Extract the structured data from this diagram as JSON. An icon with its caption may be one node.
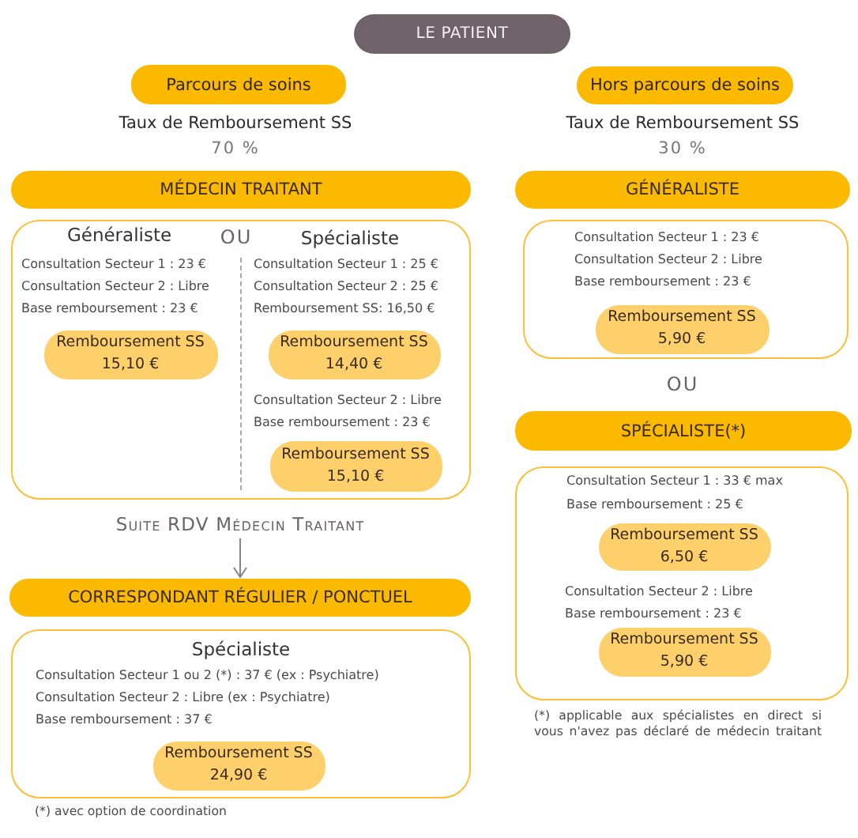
{
  "diagram": {
    "nodes": [
      {
        "text": [
          "LE PATIENT"
        ]
      },
      {
        "text": [
          "Parcours de soins"
        ]
      },
      {
        "text": [
          "Hors parcours de soins"
        ]
      },
      {
        "text": [
          "MÉDECIN TRAITANT"
        ]
      },
      {
        "text": [
          "Généraliste",
          "Consultation Secteur 1 : 23 €",
          "Consultation Secteur 2 : Libre",
          "Base remboursement : 23 €",
          "OU",
          "Spécialiste",
          "Consultation Secteur 1 : 25 €",
          "Consultation Secteur 2 : 25 €",
          "Remboursement SS: 16,50 €",
          "Consultation Secteur 2 : Libre",
          "Base remboursement : 23 €"
        ]
      },
      {
        "text": [
          "Remboursement SS",
          "15,10 €"
        ],
        "in": 4
      },
      {
        "text": [
          "Remboursement SS",
          "14,40 €"
        ],
        "in": 4
      },
      {
        "text": [
          "Remboursement SS",
          "15,10 €"
        ],
        "in": 4
      },
      {
        "text": [
          "Suite RDV Médecin Traitant"
        ]
      },
      {
        "text": [
          "CORRESPONDANT RÉGULIER / PONCTUEL"
        ]
      },
      {
        "text": [
          "Spécialiste",
          "Consultation Secteur 1 ou 2 (*) : 37 € (ex : Psychiatre)",
          "Consultation Secteur 2 : Libre (ex : Psychiatre)",
          "Base remboursement : 37 €"
        ]
      },
      {
        "text": [
          "Remboursement SS",
          "24,90 €"
        ],
        "in": 10
      },
      {
        "text": [
          "GÉNÉRALISTE"
        ]
      },
      {
        "text": [
          "Consultation Secteur 1 : 23 €",
          "Consultation Secteur 2 : Libre",
          "Base remboursement : 23 €"
        ]
      },
      {
        "text": [
          "Remboursement SS",
          "5,90 €"
        ],
        "in": 13
      },
      {
        "text": [
          "SPÉCIALISTE(*)"
        ]
      },
      {
        "text": [
          "Consultation Secteur 1 : 33 € max",
          "Base remboursement : 25 €",
          "Consultation Secteur 2 : Libre",
          "Base remboursement : 23 €"
        ]
      },
      {
        "text": [
          "Remboursement SS",
          "6,50 €"
        ],
        "in": 16
      },
      {
        "text": [
          "Remboursement SS",
          "5,90 €"
        ],
        "in": 16
      }
    ],
    "edges": [
      {
        "from": 8,
        "to": 9,
        "arrow": "to"
      }
    ],
    "labels": [
      "Taux de Remboursement SS",
      "Taux de Remboursement SS",
      "70 %",
      "30 %",
      "OU",
      "(*) applicable aux spécialistes en direct si vous n'avez pas déclaré de médecin traitant",
      "(*) avec option de coordination"
    ]
  }
}
